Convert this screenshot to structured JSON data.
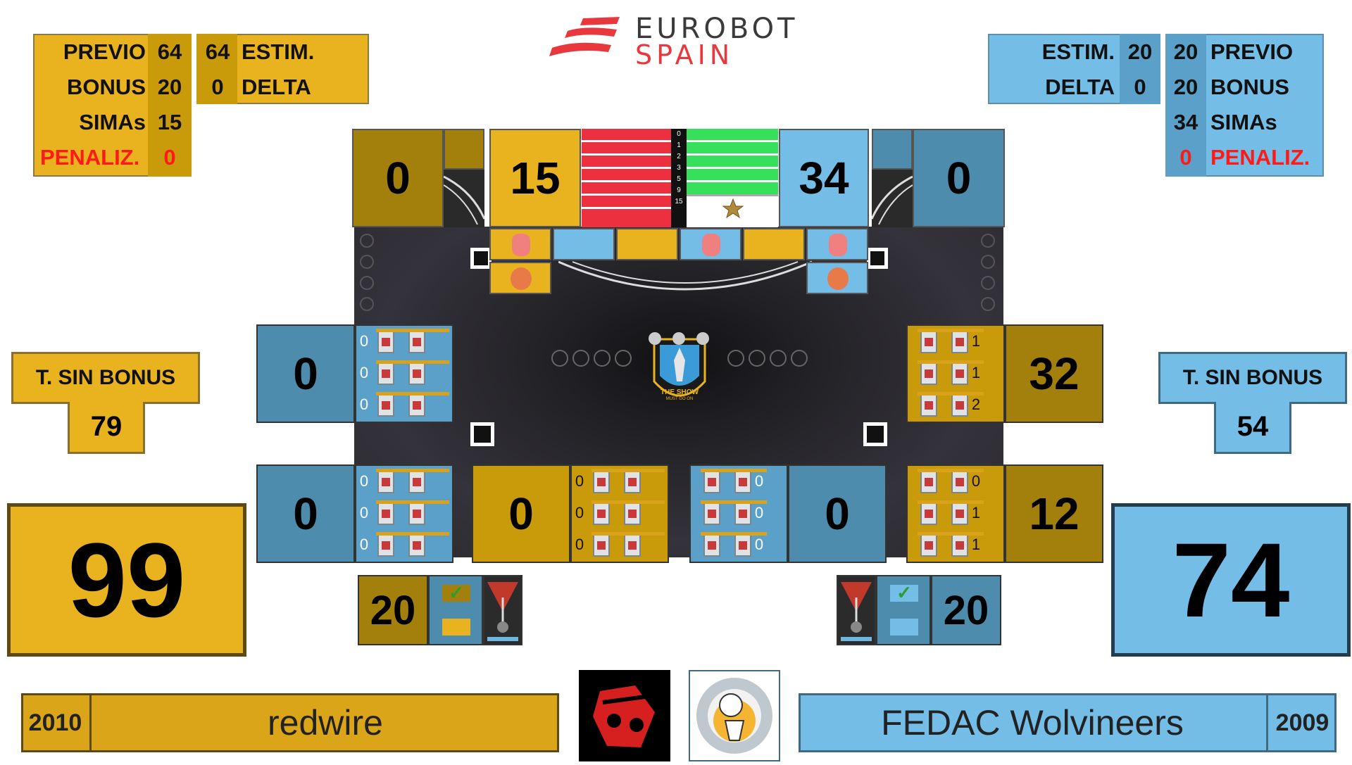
{
  "logo": {
    "line1": "EUROBOT",
    "line2": "SPAIN"
  },
  "left_stats": {
    "previo_label": "PREVIO",
    "previo": "64",
    "estim": "64",
    "estim_label": "ESTIM.",
    "bonus_label": "BONUS",
    "bonus": "20",
    "delta": "0",
    "delta_label": "DELTA",
    "simas_label": "SIMAs",
    "simas": "15",
    "penaliz_label": "PENALIZ.",
    "penaliz": "0"
  },
  "right_stats": {
    "estim_label": "ESTIM.",
    "estim": "20",
    "previo": "20",
    "previo_label": "PREVIO",
    "delta_label": "DELTA",
    "delta": "0",
    "bonus": "20",
    "bonus_label": "BONUS",
    "simas": "34",
    "simas_label": "SIMAs",
    "penaliz": "0",
    "penaliz_label": "PENALIZ."
  },
  "top_scores": {
    "yellow_zone": "0",
    "yellow_simas": "15",
    "blue_simas": "34",
    "blue_zone": "0"
  },
  "ladder": [
    "0",
    "1",
    "2",
    "3",
    "5",
    "9",
    "15"
  ],
  "left_sin_bonus": {
    "label": "T. SIN BONUS",
    "value": "79"
  },
  "right_sin_bonus": {
    "label": "T. SIN BONUS",
    "value": "54"
  },
  "zones": {
    "mid_left_blue": {
      "score": "0",
      "racks": [
        "0",
        "0",
        "0"
      ]
    },
    "mid_right_yellow": {
      "score": "32",
      "racks": [
        "1",
        "1",
        "2"
      ]
    },
    "bot_left_blue": {
      "score": "0",
      "racks": [
        "0",
        "0",
        "0"
      ]
    },
    "bot_left_yellow": {
      "score": "0",
      "racks": [
        "0",
        "0",
        "0"
      ]
    },
    "bot_right_blue": {
      "score": "0",
      "racks": [
        "0",
        "0",
        "0"
      ]
    },
    "bot_right_yellow": {
      "score": "12",
      "racks": [
        "0",
        "1",
        "1"
      ]
    }
  },
  "left_total": "99",
  "right_total": "74",
  "left_bonus_box": {
    "value": "20",
    "check": "✓"
  },
  "right_bonus_box": {
    "value": "20",
    "check": "✓"
  },
  "left_team": {
    "year": "2010",
    "name": "redwire"
  },
  "right_team": {
    "year": "2009",
    "name": "FEDAC Wolvineers"
  },
  "field_badge": {
    "text1": "THE SHOW",
    "text2": "MUST GO ON"
  },
  "colors": {
    "yellow": "#e9b21f",
    "blue": "#74bde6",
    "penalty": "#ff1a1a"
  }
}
